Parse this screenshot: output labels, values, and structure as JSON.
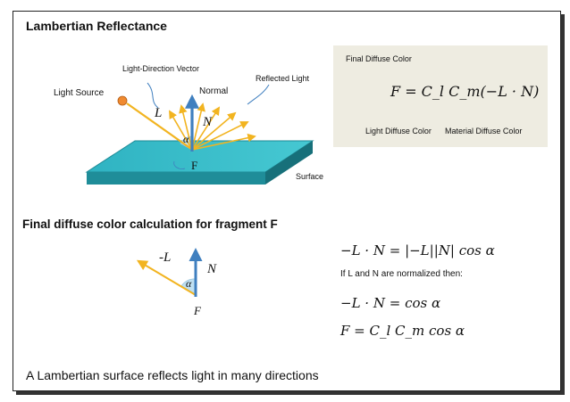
{
  "slide": {
    "title": "Lambertian Reflectance",
    "subtitle": "Final diffuse color calculation for fragment F",
    "caption": "A Lambertian surface reflects light in many directions"
  },
  "top_diagram": {
    "light_source": "Light Source",
    "light_direction_vector": "Light-Direction Vector",
    "normal": "Normal",
    "reflected_light": "Reflected Light",
    "surface": "Surface",
    "symbol_L": "L",
    "symbol_N": "N",
    "symbol_alpha": "α",
    "symbol_F": "F"
  },
  "formula_box": {
    "final_diffuse_color": "Final Diffuse Color",
    "equation": "F = C_l C_m(−L · N)",
    "light_diffuse_color": "Light Diffuse Color",
    "material_diffuse_color": "Material Diffuse Color"
  },
  "bottom_diagram": {
    "symbol_negL": "-L",
    "symbol_N": "N",
    "symbol_alpha": "α",
    "symbol_F": "F"
  },
  "equations": {
    "eq1": "−L · N = |−L||N| cos α",
    "condition": "If L and N are normalized then:",
    "eq2": "−L · N = cos α",
    "eq3": "F = C_l C_m cos α"
  },
  "colors": {
    "surface_top": "#3fc3cf",
    "surface_edge": "#1f8d99",
    "vector": "#f2b420",
    "normal": "#3f7fbf",
    "light_source": "#f08a30",
    "box_bg": "#eeece1",
    "angle_fill": "#bfe0f2"
  }
}
